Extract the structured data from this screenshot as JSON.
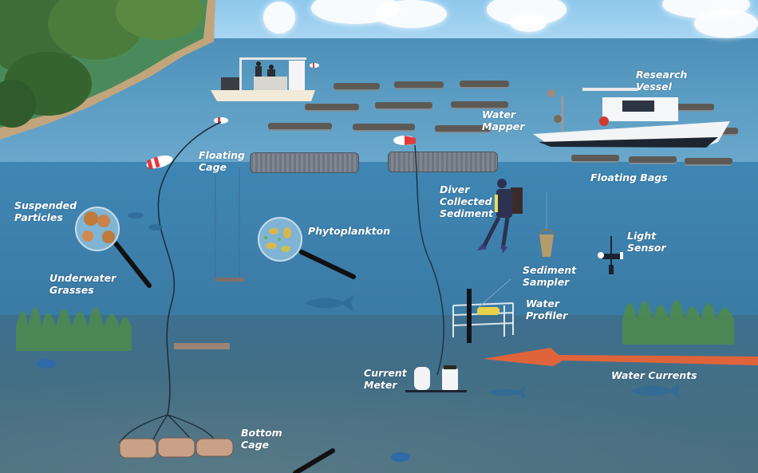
{
  "scene": {
    "title": "Aquaculture water quality monitoring illustration",
    "colors": {
      "sky": "#a9d6f2",
      "surface_water": "#5a9bc2",
      "mid_water": "#3d7fab",
      "bottom_water": "#446f84",
      "current_arrow": "#e0643a",
      "grass": "#4e8c4a",
      "label_text": "#ffffff"
    }
  },
  "labels": {
    "research_vessel": "Research\nVessel",
    "water_mapper": "Water\nMapper",
    "floating_cage": "Floating\nCage",
    "floating_bags": "Floating Bags",
    "suspended_particles": "Suspended\nParticles",
    "phytoplankton": "Phytoplankton",
    "diver_collected_sediment": "Diver\nCollected\nSediment",
    "light_sensor": "Light\nSensor",
    "sediment_sampler": "Sediment\nSampler",
    "underwater_grasses": "Underwater\nGrasses",
    "water_profiler": "Water\nProfiler",
    "current_meter": "Current\nMeter",
    "water_currents": "Water Currents",
    "bottom_cage": "Bottom\nCage"
  }
}
